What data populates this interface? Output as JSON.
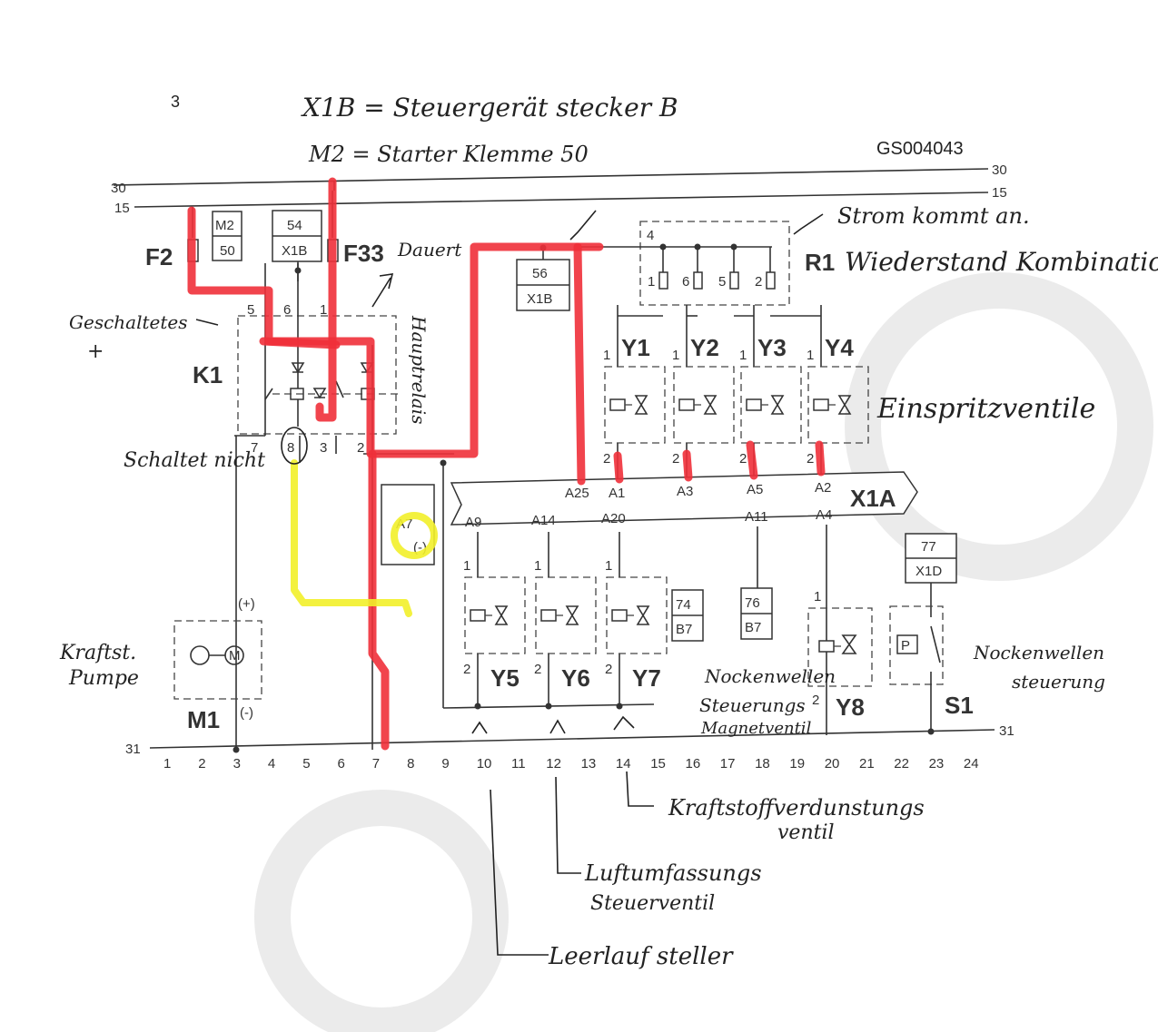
{
  "header": {
    "corner_number": "3",
    "doc_code": "GS004043"
  },
  "rails": {
    "r30_left": "30",
    "r30_right": "30",
    "r15_left": "15",
    "r15_right": "15",
    "r31_left": "31",
    "r31_right": "31"
  },
  "components": {
    "f2": "F2",
    "f33": "F33",
    "k1": "K1",
    "r1": "R1",
    "x1a": "X1A",
    "m1": "M1",
    "y1": "Y1",
    "y2": "Y2",
    "y3": "Y3",
    "y4": "Y4",
    "y5": "Y5",
    "y6": "Y6",
    "y7": "Y7",
    "y8": "Y8",
    "s1": "S1"
  },
  "connectors": {
    "m2_top": "M2",
    "m2_bot": "50",
    "x1b54_top": "54",
    "x1b54_bot": "X1B",
    "x1b56_top": "56",
    "x1b56_bot": "X1B",
    "b7_74_top": "74",
    "b7_74_bot": "B7",
    "b7_76_top": "76",
    "b7_76_bot": "B7",
    "x1d_top": "77",
    "x1d_bot": "X1D",
    "a7": "A7",
    "a7_minus": "(-)"
  },
  "pins": {
    "k1_5": "5",
    "k1_6": "6",
    "k1_1": "1",
    "k1_7": "7",
    "k1_8": "8",
    "k1_3": "3",
    "k1_2": "2",
    "r1_4": "4",
    "r1_1": "1",
    "r1_6": "6",
    "r1_5": "5",
    "r1_2": "2",
    "y_1": "1",
    "y_2": "2",
    "m1_plus": "(+)",
    "m1_minus": "(-)",
    "a25": "A25",
    "a1": "A1",
    "a3": "A3",
    "a5": "A5",
    "a2": "A2",
    "a9": "A9",
    "a14": "A14",
    "a20": "A20",
    "a11": "A11",
    "a4": "A4"
  },
  "ruler": [
    "1",
    "2",
    "3",
    "4",
    "5",
    "6",
    "7",
    "8",
    "9",
    "10",
    "11",
    "12",
    "13",
    "14",
    "15",
    "16",
    "17",
    "18",
    "19",
    "20",
    "21",
    "22",
    "23",
    "24"
  ],
  "handwritten": {
    "x1b_note": "X1B = Steuergerät stecker B",
    "m2_note": "M2 = Starter Klemme 50",
    "strom": "Strom kommt an.",
    "dauert": "Dauert",
    "r1_note": "Wiederstand Kombination",
    "geschaltetes": "Geschaltetes",
    "plus": "+",
    "hauptrelais": "Hauptrelais",
    "schaltet_nicht": "Schaltet nicht",
    "einspritz": "Einspritzventile",
    "kraftst": "Kraftst.",
    "pumpe": "Pumpe",
    "nocken_ventil_1": "Nockenwellen",
    "nocken_ventil_2": "Steuerungs",
    "nocken_ventil_3": "Magnetventil",
    "nocken_s1_1": "Nockenwellen",
    "nocken_s1_2": "steuerung",
    "kraftstoff_verd_1": "Kraftstoffverdunstungs",
    "kraftstoff_verd_2": "ventil",
    "luft_1": "Luftumfassungs",
    "luft_2": "Steuerventil",
    "leerlauf": "Leerlauf steller"
  },
  "colors": {
    "highlight_red": "#f0303a",
    "highlight_yellow": "#f2f02a"
  }
}
